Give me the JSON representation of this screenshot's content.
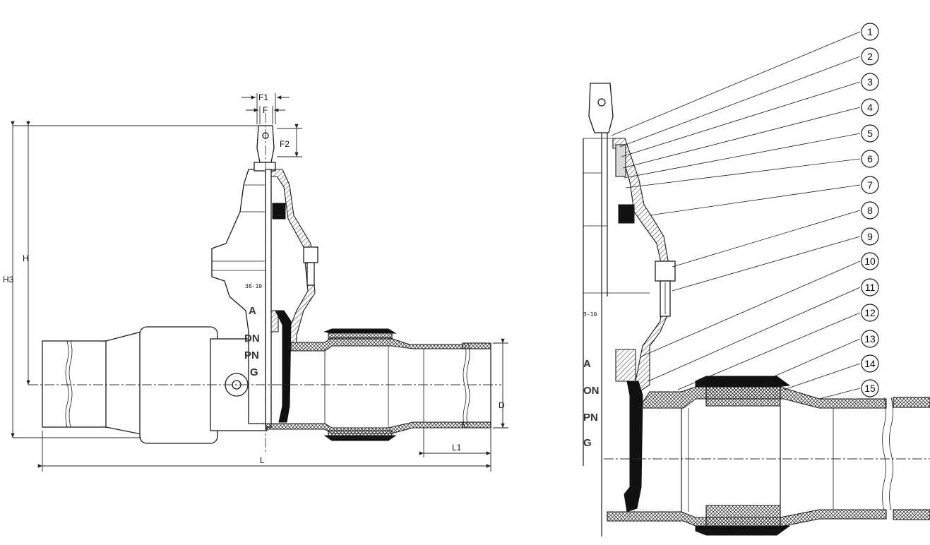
{
  "dimensions": {
    "F1": "F1",
    "F": "F",
    "F2": "F2",
    "H": "H",
    "H3": "H3",
    "D": "D",
    "L": "L",
    "L1": "L1"
  },
  "body_markings": {
    "logo": "A",
    "dn": "DN",
    "pn": "PN",
    "g": "G",
    "code": "38-10",
    "code_partial": "3-10",
    "dn_partial": "ON",
    "pn_partial": "PN",
    "g_partial": "G"
  },
  "callouts": [
    "1",
    "2",
    "3",
    "4",
    "5",
    "6",
    "7",
    "8",
    "9",
    "10",
    "11",
    "12",
    "13",
    "14",
    "15"
  ],
  "colors": {
    "line": "#1a1a1a",
    "background": "#ffffff",
    "fill": "#111111"
  }
}
